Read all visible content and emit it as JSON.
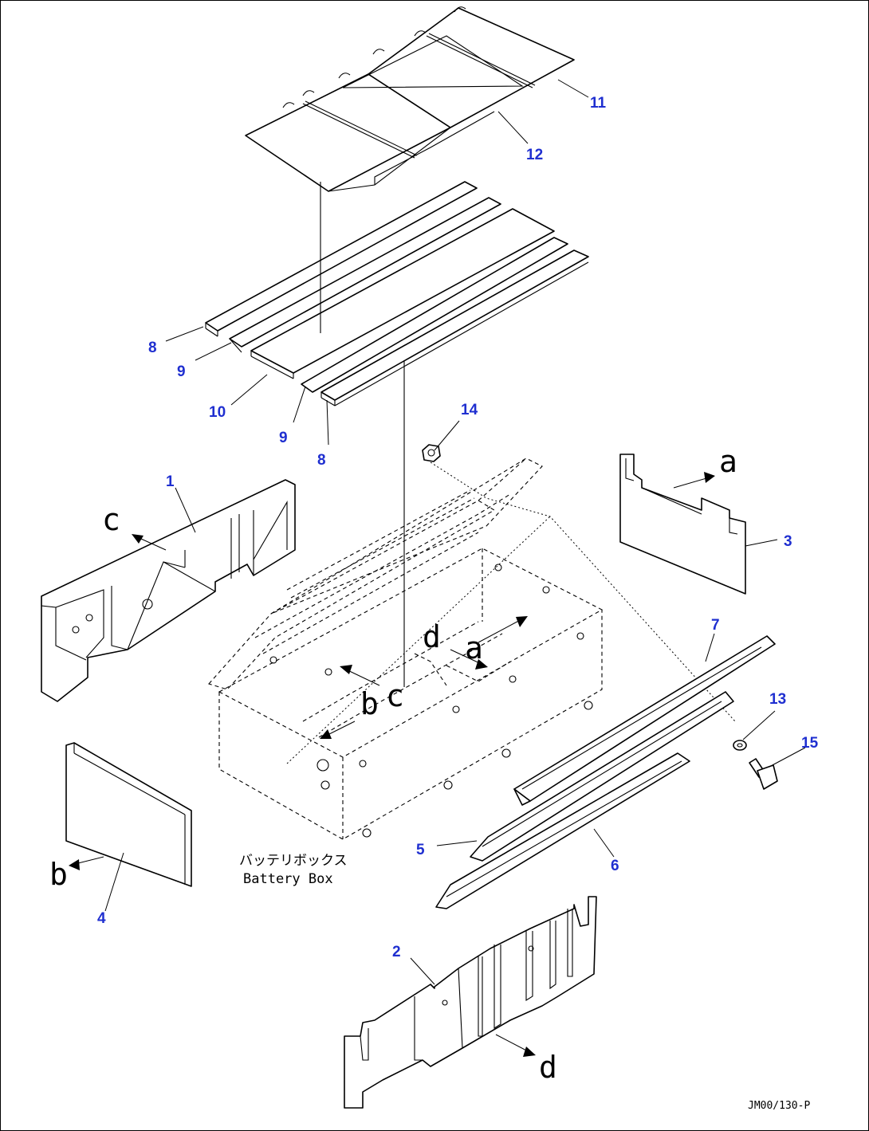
{
  "callouts": [
    "1",
    "2",
    "3",
    "4",
    "5",
    "6",
    "7",
    "8",
    "9",
    "10",
    "11",
    "12",
    "13",
    "14",
    "15"
  ],
  "view_refs": {
    "a": "a",
    "b": "b",
    "c": "c",
    "d": "d"
  },
  "caption": {
    "jp": "バッテリボックス",
    "en": "Battery Box"
  },
  "drawing_code": "JM00/130-P",
  "colors": {
    "callout": "#1f2fd0",
    "line": "#000000",
    "background": "#ffffff"
  }
}
